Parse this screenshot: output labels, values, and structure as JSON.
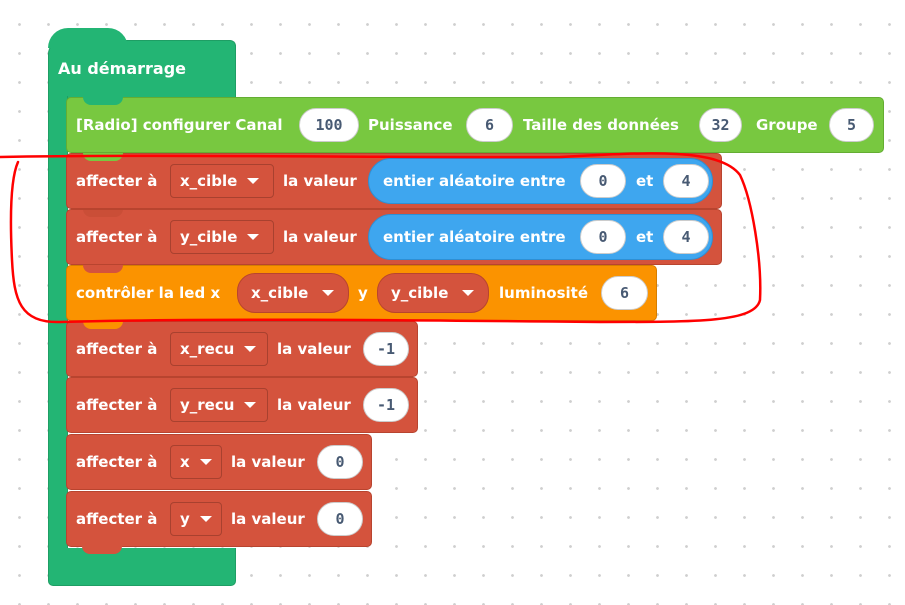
{
  "start_block": {
    "label": "Au démarrage"
  },
  "radio_block": {
    "label": "[Radio] configurer Canal",
    "canal": "100",
    "puissance_label": "Puissance",
    "puissance": "6",
    "taille_label": "Taille des données",
    "taille": "32",
    "groupe_label": "Groupe",
    "groupe": "5"
  },
  "assign_label": "affecter à",
  "value_label": "la valeur",
  "random": {
    "label": "entier aléatoire entre",
    "and": "et"
  },
  "blocks": [
    {
      "var": "x_cible",
      "min": "0",
      "max": "4"
    },
    {
      "var": "y_cible",
      "min": "0",
      "max": "4"
    }
  ],
  "led_block": {
    "label": "contrôler la led x",
    "x_var": "x_cible",
    "y_label": "y",
    "y_var": "y_cible",
    "lum_label": "luminosité",
    "lum": "6"
  },
  "assigns": [
    {
      "var": "x_recu",
      "value": "-1"
    },
    {
      "var": "y_recu",
      "value": "-1"
    },
    {
      "var": "x",
      "value": "0"
    },
    {
      "var": "y",
      "value": "0"
    }
  ],
  "colors": {
    "event": "#23b574",
    "radio": "#78c840",
    "variables": "#d4533d",
    "math": "#3ea6ef",
    "display": "#fb9300",
    "annotation": "#ff0000"
  }
}
